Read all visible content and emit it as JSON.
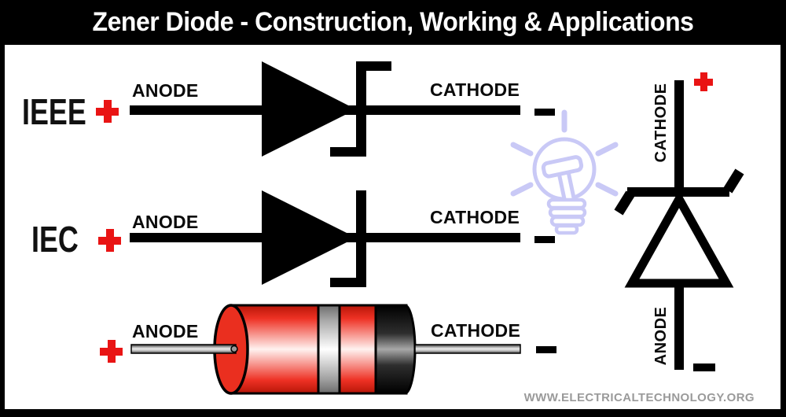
{
  "title": "Zener Diode - Construction, Working & Applications",
  "rows": {
    "ieee": {
      "label": "IEEE",
      "anode": "ANODE",
      "cathode": "CATHODE"
    },
    "iec": {
      "label": "IEC",
      "anode": "ANODE",
      "cathode": "CATHODE"
    },
    "package": {
      "anode": "ANODE",
      "cathode": "CATHODE"
    }
  },
  "vertical": {
    "cathode": "CATHODE",
    "anode": "ANODE"
  },
  "polarity": {
    "positive": "+",
    "negative": "−"
  },
  "watermark": "WWW.ELECTRICALTECHNOLOGY.ORG",
  "icons": {
    "plus": "plus-icon",
    "minus": "minus-icon",
    "lightbulb": "lightbulb-watermark-icon"
  },
  "colors": {
    "accent_red": "#e91414",
    "symbol_black": "#000000",
    "body_red": "#ee3124",
    "band_silver": "#b5b5b5",
    "band_dark": "#141414",
    "lead_gray": "#9e9e9e",
    "bulb_lavender": "#c9c9f6",
    "watermark_gray": "#9a9a9a",
    "background": "#ffffff"
  }
}
